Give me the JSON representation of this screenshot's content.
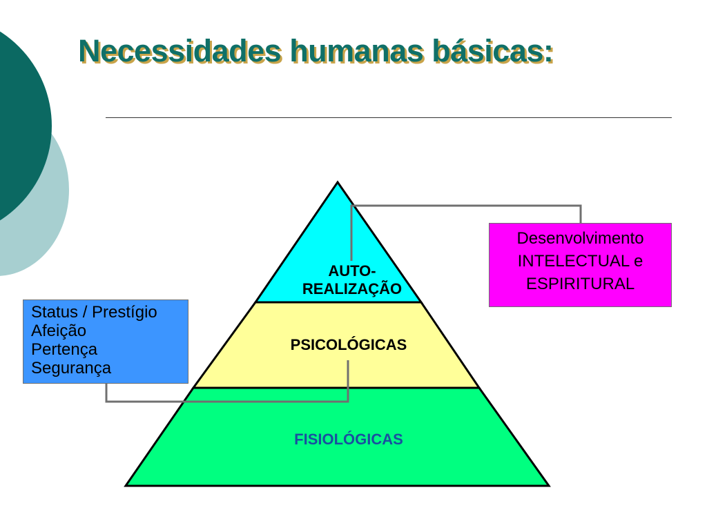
{
  "title": "Necessidades humanas básicas:",
  "colors": {
    "title_text": "#0f7068",
    "title_shadow": "#c9a44a",
    "circle_dark": "#0b6962",
    "circle_light": "#a7cfd0",
    "tier_top": "#00ffff",
    "tier_mid": "#ffff99",
    "tier_bottom": "#00ff80",
    "box_right": "#ff00ff",
    "box_left": "#3c95ff",
    "connector": "#707070"
  },
  "pyramid": {
    "top": {
      "line1": "AUTO-",
      "line2": "REALIZAÇÃO"
    },
    "middle": "PSICOLÓGICAS",
    "bottom": "FISIOLÓGICAS"
  },
  "callout_right": {
    "line1": "Desenvolvimento",
    "line2": "INTELECTUAL e",
    "line3": "ESPIRITURAL"
  },
  "callout_left": {
    "line1": "Status / Prestígio",
    "line2": "Afeição",
    "line3": "Pertença",
    "line4": "Segurança"
  }
}
